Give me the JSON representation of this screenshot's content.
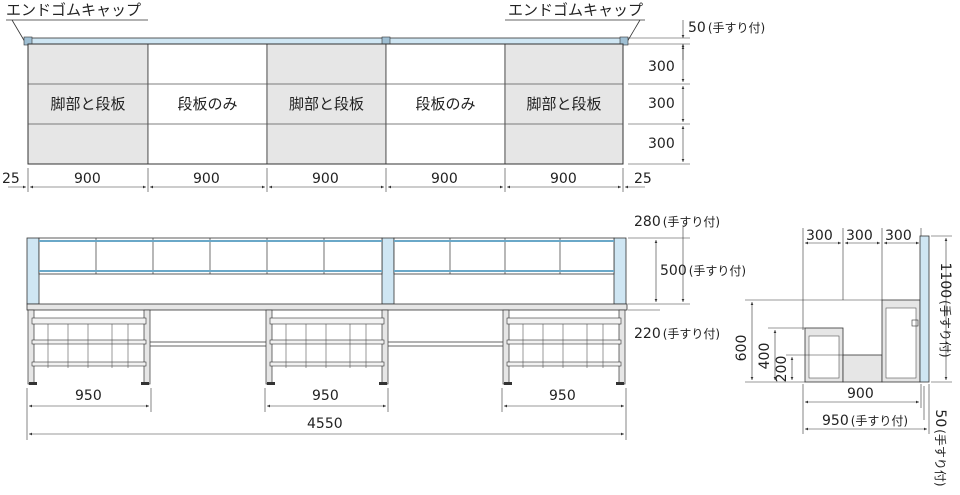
{
  "top_view": {
    "end_cap_left": "エンドゴムキャップ",
    "end_cap_right": "エンドゴムキャップ",
    "handrail_dim": "50",
    "handrail_note": "(手すり付)",
    "row_dims": [
      "300",
      "300",
      "300"
    ],
    "columns": [
      {
        "label": "脚部と段板",
        "shaded": true
      },
      {
        "label": "段板のみ",
        "shaded": false
      },
      {
        "label": "脚部と段板",
        "shaded": true
      },
      {
        "label": "段板のみ",
        "shaded": false
      },
      {
        "label": "脚部と段板",
        "shaded": true
      }
    ],
    "left_margin_dim": "25",
    "right_margin_dim": "25",
    "col_dims": [
      "900",
      "900",
      "900",
      "900",
      "900"
    ]
  },
  "front_view": {
    "dim_280": "280",
    "dim_500": "500",
    "dim_220": "220",
    "note": "(手すり付)",
    "bay_dims": [
      "950",
      "950",
      "950"
    ],
    "total_dim": "4550"
  },
  "side_view": {
    "top_dims": [
      "300",
      "300",
      "300"
    ],
    "dim_600": "600",
    "dim_400": "400",
    "dim_200": "200",
    "dim_900": "900",
    "dim_950": "950",
    "dim_1100": "1100",
    "dim_50": "50",
    "note": "(手すり付)"
  },
  "colors": {
    "frame_fill": "#e6e6e6",
    "rail_fill": "#cfe6f3",
    "line": "#333333"
  }
}
